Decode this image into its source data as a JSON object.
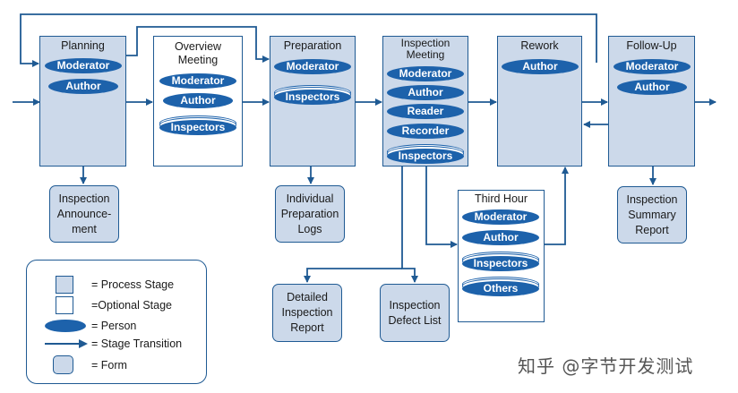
{
  "stages": {
    "planning": {
      "title": "Planning",
      "people": [
        "Moderator",
        "Author"
      ]
    },
    "overview": {
      "title": "Overview Meeting",
      "people": [
        "Moderator",
        "Author"
      ],
      "group": "Inspectors"
    },
    "preparation": {
      "title": "Preparation",
      "people": [
        "Moderator"
      ],
      "group": "Inspectors"
    },
    "inspection": {
      "title": "Inspection Meeting",
      "people": [
        "Moderator",
        "Author",
        "Reader",
        "Recorder"
      ],
      "group": "Inspectors"
    },
    "rework": {
      "title": "Rework",
      "people": [
        "Author"
      ]
    },
    "followup": {
      "title": "Follow-Up",
      "people": [
        "Moderator",
        "Author"
      ]
    },
    "third_hour": {
      "title": "Third Hour",
      "people": [
        "Moderator",
        "Author"
      ],
      "groups": [
        "Inspectors",
        "Others"
      ]
    }
  },
  "forms": {
    "announcement": "Inspection Announce-ment",
    "prep_logs": "Individual Preparation Logs",
    "detailed_report": "Detailed Inspection Report",
    "defect_list": "Inspection Defect List",
    "summary_report": "Inspection Summary Report"
  },
  "legend": {
    "process_stage": "= Process Stage",
    "optional_stage": "=Optional Stage",
    "person": "= Person",
    "stage_transition": "= Stage Transition",
    "form": "= Form"
  },
  "watermark": "知乎 @字节开发测试",
  "colors": {
    "process_fill": "#ccd9ea",
    "border": "#1f5a93",
    "person_fill": "#1d62ab",
    "arrow": "#1f5a93"
  }
}
